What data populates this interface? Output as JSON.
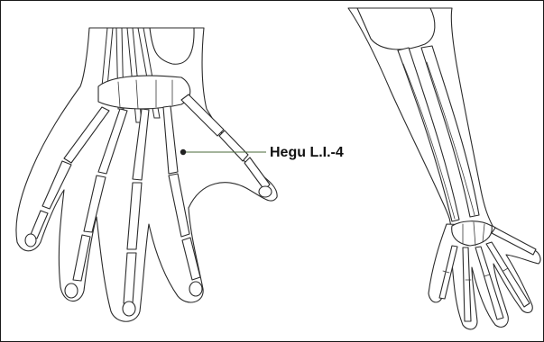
{
  "figure": {
    "left_view": "hand-dorsal-view",
    "right_view": "forearm-and-hand-view"
  },
  "acupoint": {
    "label": "Hegu L.I.-4",
    "marker_color": "#222222",
    "leader_color": "#4a6a3a"
  }
}
